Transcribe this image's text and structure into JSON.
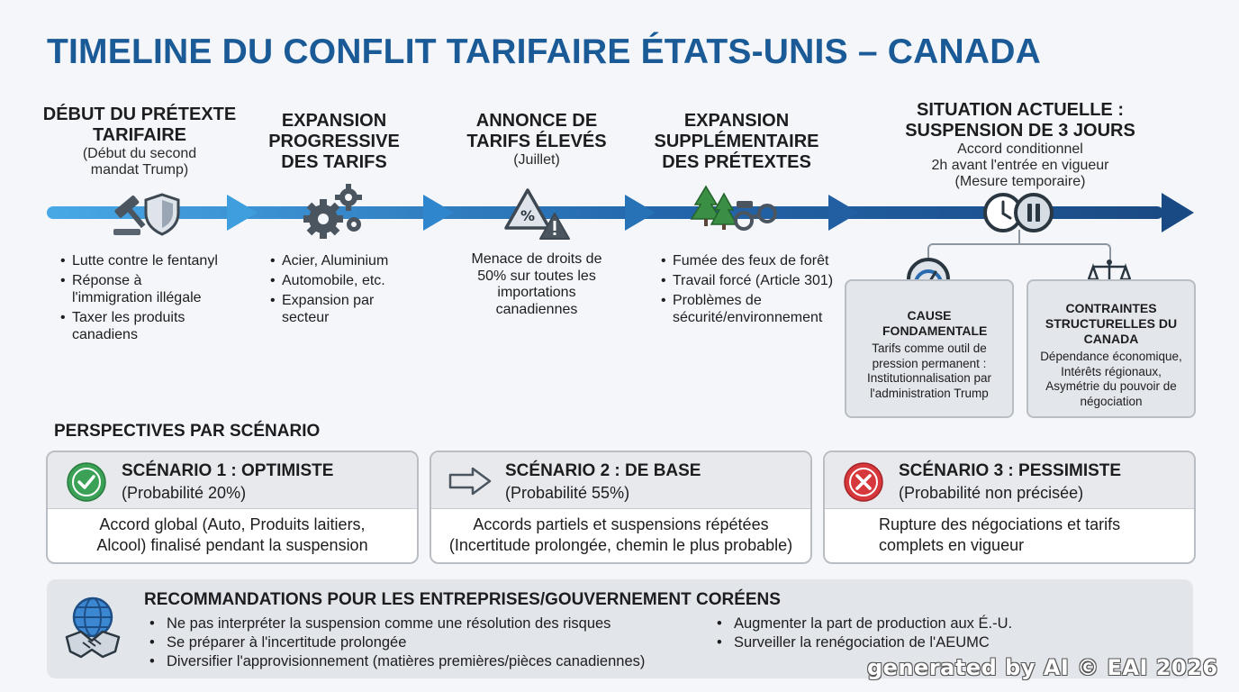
{
  "title": "TIMELINE DU CONFLIT TARIFAIRE ÉTATS-UNIS – CANADA",
  "stages": [
    {
      "heading": "DÉBUT DU PRÉTEXTE TARIFAIRE",
      "sub": "(Début du second mandat Trump)",
      "items": [
        "Lutte contre le fentanyl",
        "Réponse à l'immigration illégale",
        "Taxer les produits canadiens"
      ]
    },
    {
      "heading": "EXPANSION PROGRESSIVE DES TARIFS",
      "sub": "",
      "items": [
        "Acier, Aluminium",
        "Automobile, etc.",
        "Expansion par secteur"
      ]
    },
    {
      "heading": "ANNONCE DE TARIFS ÉLEVÉS",
      "sub": "(Juillet)",
      "text": "Menace de droits de 50% sur toutes les importations canadiennes"
    },
    {
      "heading": "EXPANSION SUPPLÉMENTAIRE DES PRÉTEXTES",
      "sub": "",
      "items": [
        "Fumée des feux de forêt",
        "Travail forcé (Article 301)",
        "Problèmes de sécurité/environnement"
      ]
    },
    {
      "heading": "SITUATION ACTUELLE : SUSPENSION DE 3 JOURS",
      "sub_lines": [
        "Accord conditionnel",
        "2h avant l'entrée en vigueur",
        "(Mesure temporaire)"
      ]
    }
  ],
  "sub_boxes": [
    {
      "title": "CAUSE FONDAMENTALE",
      "text": "Tarifs comme outil de pression permanent : Institutionnalisation par l'administration Trump",
      "icon": "gauge-icon"
    },
    {
      "title": "CONTRAINTES STRUCTURELLES DU CANADA",
      "text": "Dépendance économique, Intérêts régionaux, Asymétrie du pouvoir de négociation",
      "icon": "scale-icon"
    }
  ],
  "perspectives_title": "PERSPECTIVES PAR SCÉNARIO",
  "scenarios": [
    {
      "title": "SCÉNARIO 1 : OPTIMISTE",
      "prob": "(Probabilité 20%)",
      "desc": "Accord global (Auto, Produits laitiers, Alcool) finalisé pendant la suspension",
      "icon": "check-icon",
      "color": "#3aa157"
    },
    {
      "title": "SCÉNARIO 2 : DE BASE",
      "prob": "(Probabilité 55%)",
      "desc": "Accords partiels et suspensions répétées (Incertitude prolongée, chemin le plus probable)",
      "icon": "arrow-right-icon",
      "color": "#5f6b78"
    },
    {
      "title": "SCÉNARIO 3 : PESSIMISTE",
      "prob": "(Probabilité non précisée)",
      "desc": "Rupture des négociations et tarifs complets en vigueur",
      "icon": "x-icon",
      "color": "#d6383c"
    }
  ],
  "recommendations": {
    "title": "RECOMMANDATIONS POUR LES ENTREPRISES/GOUVERNEMENT CORÉENS",
    "left": [
      "Ne pas interpréter la suspension comme une résolution des risques",
      "Se préparer à l'incertitude prolongée",
      "Diversifier l'approvisionnement (matières premières/pièces canadiennes)"
    ],
    "right": [
      "Augmenter la part de production aux É.-U.",
      "Surveiller la renégociation de l'AEUMC"
    ]
  },
  "watermark": "generated by AI © EAI 2026",
  "colors": {
    "title": "#1a5a96",
    "arrow_light": "#3d9ee0",
    "arrow_dark": "#1e4e86"
  }
}
